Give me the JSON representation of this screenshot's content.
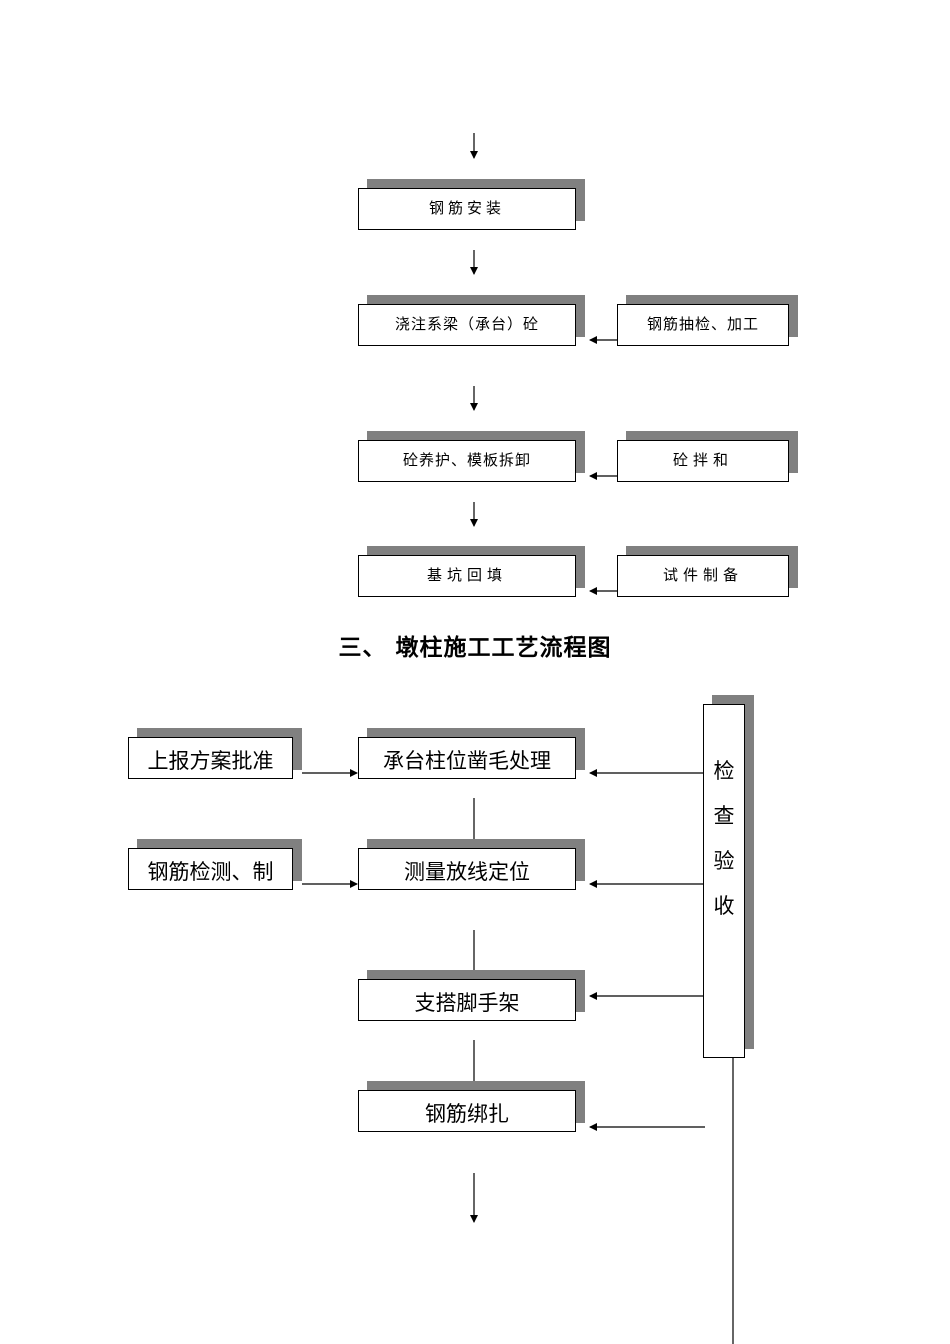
{
  "top_chart": {
    "main_steps": [
      "钢筋安装",
      "浇注系梁（承台）砼",
      "砼养护、模板拆卸",
      "基坑回填"
    ],
    "side_steps": [
      "钢筋抽检、加工",
      "砼拌和",
      "试件制备"
    ]
  },
  "section_title": "三、 墩柱施工工艺流程图",
  "bottom_chart": {
    "main_steps": [
      "承台柱位凿毛处理",
      "测量放线定位",
      "支搭脚手架",
      "钢筋绑扎"
    ],
    "left_steps": [
      "上报方案批准",
      "钢筋检测、制"
    ],
    "check_chars": [
      "检",
      "查",
      "验",
      "收"
    ]
  }
}
